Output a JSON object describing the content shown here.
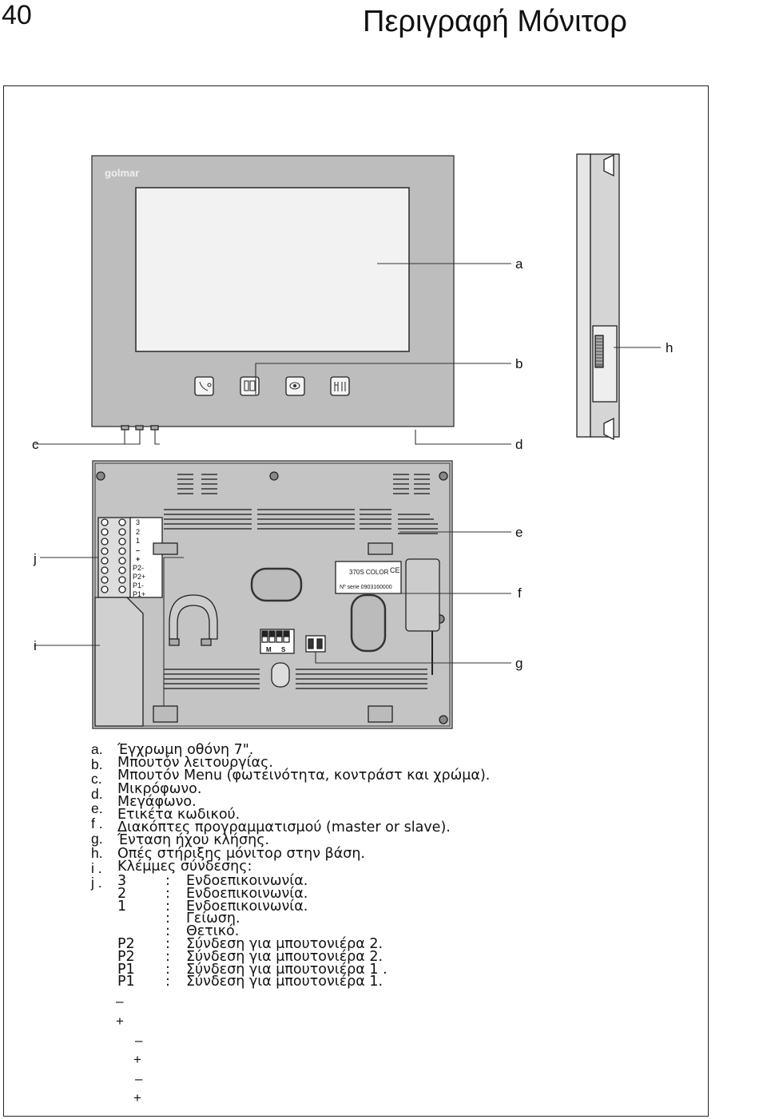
{
  "header": {
    "page_number": "40",
    "title": "Περιγραφή Μόνιτορ"
  },
  "diagram": {
    "brand": "golmar",
    "callouts": [
      "a",
      "b",
      "c",
      "d",
      "e",
      "f",
      "g",
      "h",
      "i",
      "j"
    ],
    "terminal_labels": [
      "3",
      "2",
      "1",
      "–",
      "+",
      "P2-",
      "P2+",
      "P1-",
      "P1+"
    ],
    "sticker_model": "370S COLOR",
    "sticker_serial": "Nº serie 0903160000",
    "ce_mark": "CE",
    "switch_labels": [
      "M",
      "S"
    ]
  },
  "legend": {
    "letters": [
      "a.",
      "b.",
      "c.",
      "d.",
      "e.",
      "f .",
      "g.",
      "h.",
      "i .",
      "j ."
    ],
    "descriptions": [
      "Έγχρωμη οθόνη 7\".",
      "Μπουτόν λειτουργίας.",
      "Μπουτόν Menu (φωτεινότητα, κοντράστ και χρώμα).",
      "Μικρόφωνο.",
      "Μεγάφωνο.",
      "Ετικέτα κωδικού.",
      "Διακόπτες προγραμματισμού (master or slave).",
      "Ένταση ήχου κλήσης.",
      "Οπές στήριξης μόνιτορ στην βάση.",
      "Κλέμμες σύνδεσης:"
    ],
    "terminals": [
      {
        "key": "3",
        "sep": ":",
        "text": "Ενδοεπικοινωνία."
      },
      {
        "key": "2",
        "sep": ":",
        "text": "Ενδοεπικοινωνία."
      },
      {
        "key": "1",
        "sep": ":",
        "text": "Ενδοεπικοινωνία."
      },
      {
        "key": "",
        "sep": ":",
        "text": "Γείωση."
      },
      {
        "key": "",
        "sep": ":",
        "text": "Θετικό."
      },
      {
        "key": "P2",
        "sep": ":",
        "text": "Σύνδεση για μπουτονιέρα 2."
      },
      {
        "key": "P2",
        "sep": ":",
        "text": " Σύνδεση για μπουτονιέρα 2."
      },
      {
        "key": "P1",
        "sep": ":",
        "text": " Σύνδεση για μπουτονιέρα 1 ."
      },
      {
        "key": "P1",
        "sep": ":",
        "text": " Σύνδεση για μπουτονιέρα 1."
      }
    ],
    "signs": [
      "–",
      "+",
      "–",
      "+",
      "–",
      "+"
    ]
  }
}
